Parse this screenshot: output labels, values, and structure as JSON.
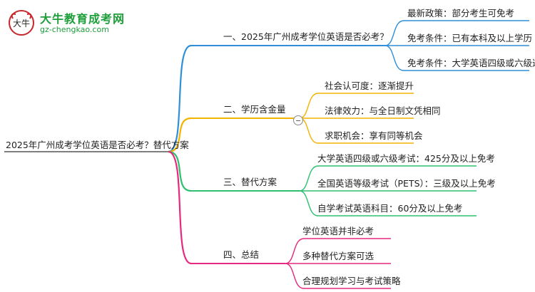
{
  "logo": {
    "brand_name": "大牛教育成考网",
    "url": "gz-chengkao.com",
    "mark_text": "大牛"
  },
  "root": {
    "label": "2025年广州成考学位英语是否必考？替代方案"
  },
  "branches": [
    {
      "label": "一、2025年广州成考学位英语是否必考？",
      "color": "#2f8fd8",
      "children": [
        "最新政策：部分考生可免考",
        "免考条件：已有本科及以上学历",
        "免考条件：大学英语四级或六级达标"
      ]
    },
    {
      "label": "二、学历含金量",
      "color": "#f2b400",
      "children": [
        "社会认可度：逐渐提升",
        "法律效力：与全日制文凭相同",
        "求职机会：享有同等机会"
      ]
    },
    {
      "label": "三、替代方案",
      "color": "#2fbf71",
      "children": [
        "大学英语四级或六级考试：425分及以上免考",
        "全国英语等级考试（PETS）：三级及以上免考",
        "自学考试英语科目：60分及以上免考"
      ]
    },
    {
      "label": "四、总结",
      "color": "#e6297e",
      "children": [
        "学位英语并非必考",
        "多种替代方案可选",
        "合理规划学习与考试策略"
      ]
    }
  ]
}
